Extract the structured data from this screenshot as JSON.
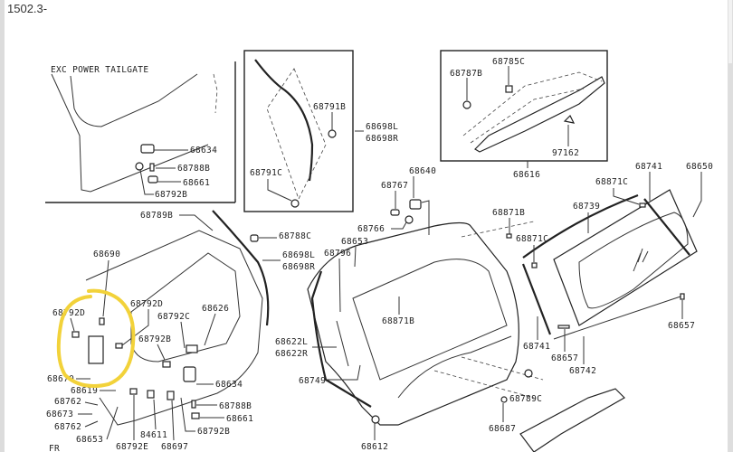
{
  "page_ref": "1502.3-",
  "highlight_color": "#f2d23a",
  "insets": {
    "exc_power_tailgate": {
      "title": "EXC POWER TAILGATE",
      "labels": [
        "68634",
        "68788B",
        "68661",
        "68792B"
      ]
    },
    "spoiler_side": {
      "labels": [
        "68791B",
        "68698L",
        "68698R",
        "68791C"
      ]
    },
    "top_spoiler": {
      "labels": [
        "68785C",
        "68787B",
        "97162",
        "68616"
      ]
    }
  },
  "main_labels": {
    "l_68640": "68640",
    "l_68767": "68767",
    "l_68766": "68766",
    "l_68653a": "68653",
    "l_68796": "68796",
    "l_68871B_top": "68871B",
    "l_68871C_top": "68871C",
    "l_68741_top": "68741",
    "l_68650": "68650",
    "l_68739": "68739",
    "l_68871C_mid": "68871C",
    "l_68871B_mid": "68871B",
    "l_68657_r": "68657",
    "l_68741_bot": "68741",
    "l_68657_bot": "68657",
    "l_68742": "68742",
    "l_68789B": "68789B",
    "l_68788C": "68788C",
    "l_68698L2": "68698L",
    "l_68698R2": "68698R",
    "l_68690": "68690",
    "l_68792D_l": "68792D",
    "l_68792D_r": "68792D",
    "l_68792C": "68792C",
    "l_68626": "68626",
    "l_68792B_m": "68792B",
    "l_68622L": "68622L",
    "l_68622R": "68622R",
    "l_68670": "68670",
    "l_68634_m": "68634",
    "l_68749": "68749",
    "l_68619": "68619",
    "l_68762a": "68762",
    "l_68673": "68673",
    "l_68762b": "68762",
    "l_68653b": "68653",
    "l_68788B_m": "68788B",
    "l_68661_m": "68661",
    "l_68792B_b": "68792B",
    "l_84611": "84611",
    "l_68792E": "68792E",
    "l_68697": "68697",
    "l_68789C": "68789C",
    "l_68687": "68687",
    "l_68612": "68612",
    "l_FR": "FR"
  }
}
